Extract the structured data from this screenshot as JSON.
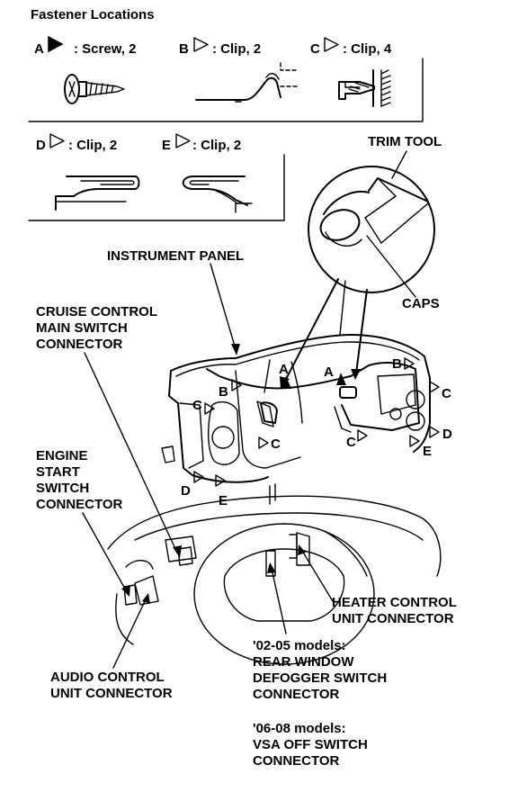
{
  "title": "Fastener Locations",
  "fasteners": [
    {
      "letter": "A",
      "text": ": Screw, 2",
      "filled": true
    },
    {
      "letter": "B",
      "text": ": Clip, 2",
      "filled": false
    },
    {
      "letter": "C",
      "text": ": Clip, 4",
      "filled": false
    },
    {
      "letter": "D",
      "text": ": Clip, 2",
      "filled": false
    },
    {
      "letter": "E",
      "text": ": Clip, 2",
      "filled": false
    }
  ],
  "labels": {
    "trim_tool": "TRIM TOOL",
    "instrument_panel": "INSTRUMENT PANEL",
    "caps": "CAPS",
    "cruise_control": "CRUISE CONTROL\nMAIN SWITCH\nCONNECTOR",
    "engine_start": "ENGINE\nSTART\nSWITCH\nCONNECTOR",
    "heater_control": "HEATER CONTROL\nUNIT CONNECTOR",
    "audio_control": "AUDIO CONTROL\nUNIT CONNECTOR",
    "rear_window": "'02-05 models:\nREAR WINDOW\nDEFOGGER SWITCH\nCONNECTOR",
    "vsa_off": "'06-08 models:\nVSA OFF SWITCH\nCONNECTOR"
  },
  "callouts": {
    "a1": "A",
    "a2": "A",
    "b1": "B",
    "b2": "B",
    "c1": "C",
    "c2": "C",
    "c3": "C",
    "c4": "C",
    "d1": "D",
    "d2": "D",
    "e1": "E",
    "e2": "E"
  }
}
